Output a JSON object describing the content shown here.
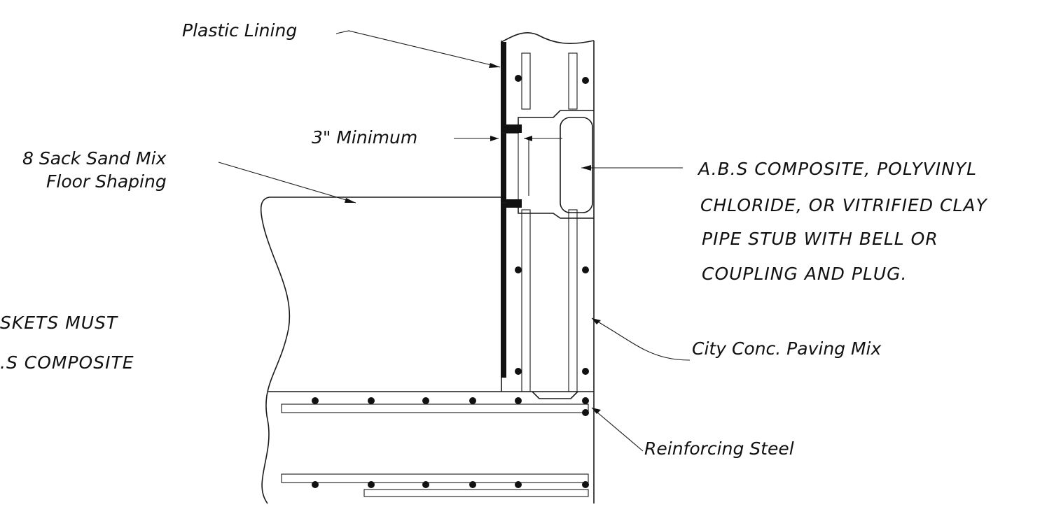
{
  "labels": {
    "plastic_lining": "Plastic Lining",
    "minimum": "3\" Minimum",
    "floor_shaping_1": "8 Sack Sand Mix",
    "floor_shaping_2": "Floor Shaping",
    "pipe_note_1": "A.B.S COMPOSITE, POLYVINYL",
    "pipe_note_2": "CHLORIDE, OR VITRIFIED CLAY",
    "pipe_note_3": "PIPE STUB WITH BELL OR",
    "pipe_note_4": "COUPLING AND PLUG.",
    "gasket_note_1": "SKETS MUST",
    "gasket_note_2": ".S COMPOSITE",
    "paving_mix": "City Conc. Paving Mix",
    "reinforcing_steel": "Reinforcing Steel"
  },
  "colors": {
    "line": "#1a1a1a",
    "background": "#ffffff"
  }
}
